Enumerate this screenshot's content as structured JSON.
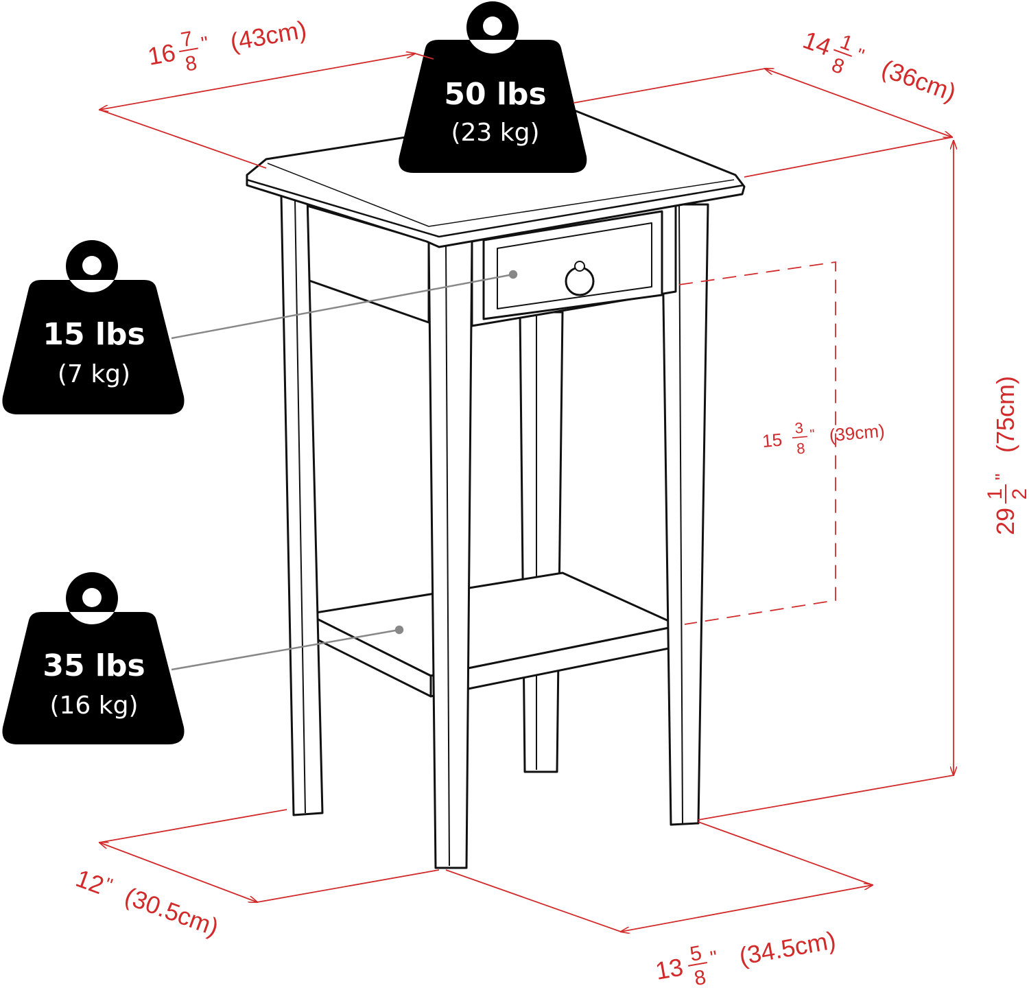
{
  "colors": {
    "dimension": "#d22a2a",
    "outline": "#111111",
    "weight_badge": "#000000",
    "pointer": "#888888"
  },
  "weights": {
    "top": {
      "main": "50 lbs",
      "sub": "(23 kg)"
    },
    "drawer": {
      "main": "15 lbs",
      "sub": "(7 kg)"
    },
    "shelf": {
      "main": "35 lbs",
      "sub": "(16 kg)"
    }
  },
  "dimensions": {
    "top_width": {
      "whole": "16",
      "num": "7",
      "den": "8",
      "unit": "\"",
      "metric": "(43cm)"
    },
    "top_depth": {
      "whole": "14",
      "num": "1",
      "den": "8",
      "unit": "\"",
      "metric": "(36cm)"
    },
    "height": {
      "whole": "29",
      "num": "1",
      "den": "2",
      "unit": "\"",
      "metric": "(75cm)"
    },
    "inner_height": {
      "whole": "15",
      "num": "3",
      "den": "8",
      "unit": "\"",
      "metric": "(39cm)"
    },
    "base_depth": {
      "whole": "12",
      "unit": "\"",
      "metric": "(30.5cm)"
    },
    "base_width": {
      "whole": "13",
      "num": "5",
      "den": "8",
      "unit": "\"",
      "metric": "(34.5cm)"
    }
  }
}
